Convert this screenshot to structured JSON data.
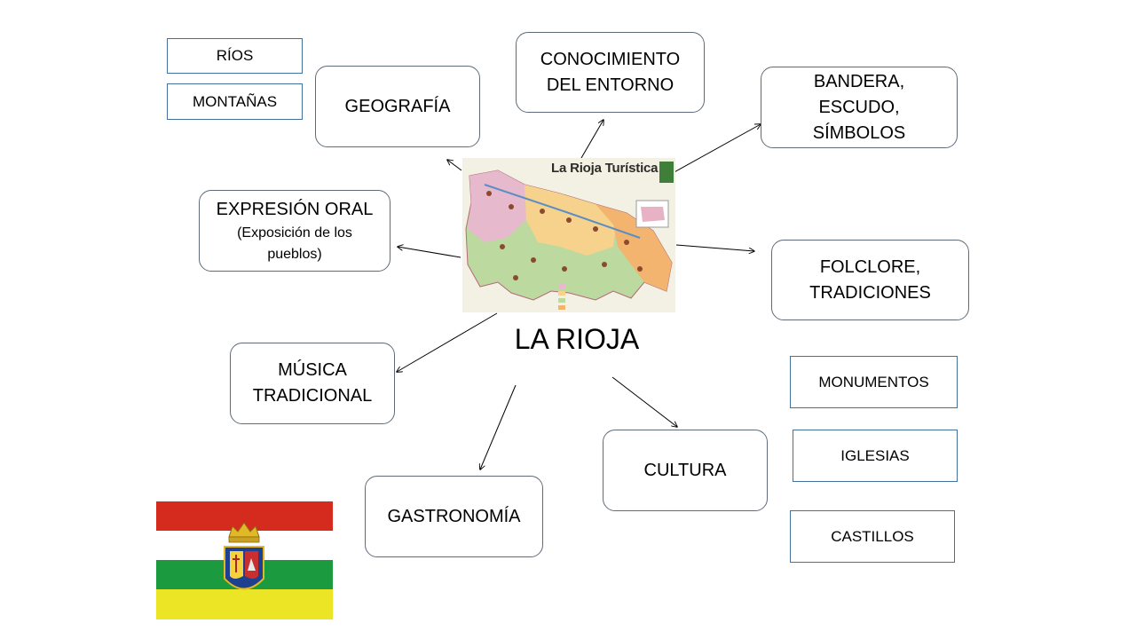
{
  "title": "LA RIOJA",
  "map": {
    "label": "La Rioja Turística"
  },
  "nodes": {
    "geografia": "GEOGRAFÍA",
    "conocimiento": [
      "CONOCIMIENTO",
      "DEL ENTORNO"
    ],
    "bandera": [
      "BANDERA,",
      "ESCUDO,",
      "SÍMBOLOS"
    ],
    "expresion": {
      "title": "EXPRESIÓN ORAL",
      "detail": [
        "(Exposición de los",
        "pueblos)"
      ]
    },
    "folclore": [
      "FOLCLORE,",
      "TRADICIONES"
    ],
    "musica": [
      "MÚSICA",
      "TRADICIONAL"
    ],
    "gastronomia": "GASTRONOMÍA",
    "cultura": "CULTURA"
  },
  "sub_items": {
    "rios": "RÍOS",
    "montanas": "MONTAÑAS",
    "monumentos": "MONUMENTOS",
    "iglesias": "IGLESIAS",
    "castillos": "CASTILLOS"
  },
  "colors": {
    "box_border": "#5f6b7a",
    "sub_border": "#41719c",
    "flag_red": "#d52b1e",
    "flag_green": "#1b9a3f",
    "flag_yellow": "#ece526"
  }
}
